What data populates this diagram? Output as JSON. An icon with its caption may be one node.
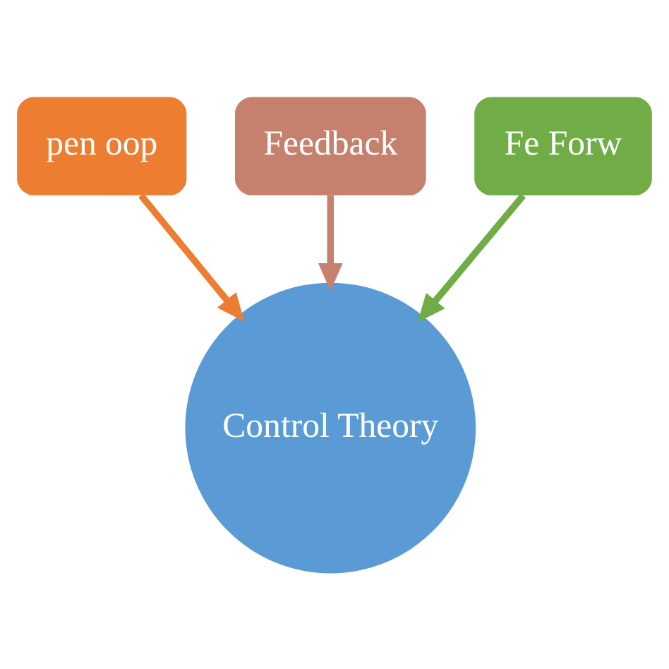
{
  "diagram": {
    "nodes": [
      {
        "text": [
          "Feedback"
        ]
      },
      {
        "text": [
          "pen oop"
        ]
      },
      {
        "text": [
          "Fe Forw"
        ]
      },
      {
        "text": [
          "Control Theory"
        ]
      }
    ],
    "edges": [
      {
        "from": 0,
        "to": 3,
        "arrow": "to",
        "color": "#c5806e"
      },
      {
        "from": 1,
        "to": 3,
        "arrow": "to",
        "color": "#ed7d31"
      },
      {
        "from": 2,
        "to": 3,
        "arrow": "to",
        "color": "#70ad47"
      }
    ]
  }
}
